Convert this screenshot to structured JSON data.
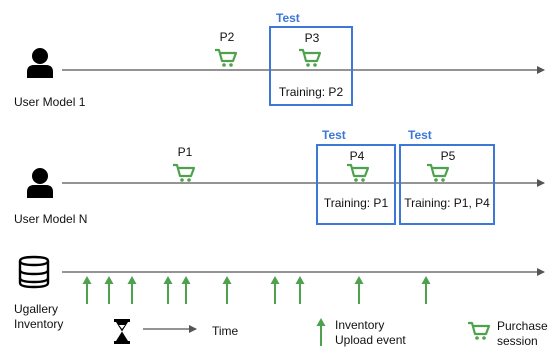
{
  "users": [
    {
      "label": "User Model 1"
    },
    {
      "label": "User Model N"
    }
  ],
  "inventory": {
    "label_line1": "Ugallery",
    "label_line2": "Inventory"
  },
  "timeline_a": {
    "purchase": "P2",
    "test_box": {
      "header": "Test",
      "purchase": "P3",
      "training": "Training: P2"
    }
  },
  "timeline_b": {
    "purchase": "P1",
    "test_boxes": [
      {
        "header": "Test",
        "purchase": "P4",
        "training": "Training: P1"
      },
      {
        "header": "Test",
        "purchase": "P5",
        "training": "Training: P1, P4"
      }
    ]
  },
  "legend": {
    "time": "Time",
    "inventory_line1": "Inventory",
    "inventory_line2": "Upload event",
    "purchase_line1": "Purchase",
    "purchase_line2": "session"
  },
  "colors": {
    "accent_blue": "#3b78d8",
    "green": "#4ea24e",
    "line": "#555555"
  }
}
